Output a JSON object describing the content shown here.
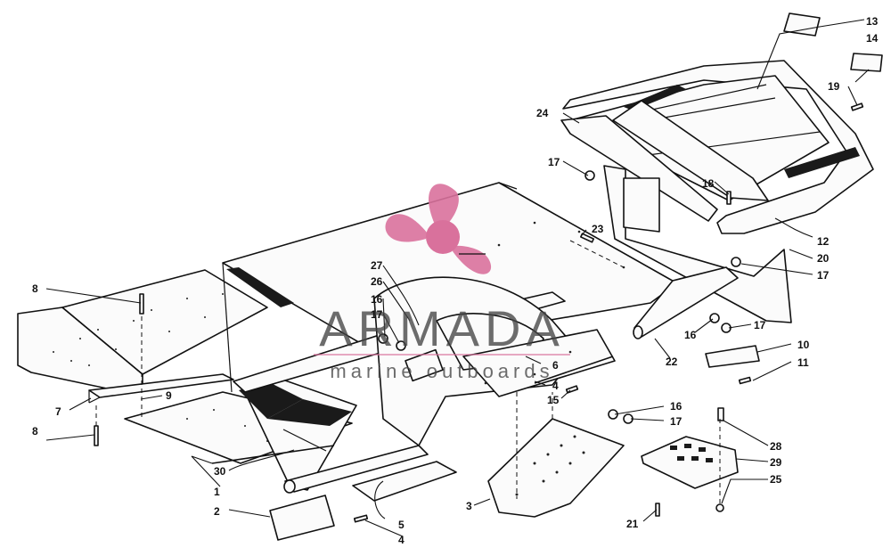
{
  "diagram": {
    "callouts": [
      {
        "id": "c1",
        "text": "1"
      },
      {
        "id": "c2",
        "text": "2"
      },
      {
        "id": "c3",
        "text": "3"
      },
      {
        "id": "c4a",
        "text": "4"
      },
      {
        "id": "c4b",
        "text": "4"
      },
      {
        "id": "c5",
        "text": "5"
      },
      {
        "id": "c6",
        "text": "6"
      },
      {
        "id": "c7",
        "text": "7"
      },
      {
        "id": "c8a",
        "text": "8"
      },
      {
        "id": "c8b",
        "text": "8"
      },
      {
        "id": "c9",
        "text": "9"
      },
      {
        "id": "c10",
        "text": "10"
      },
      {
        "id": "c11",
        "text": "11"
      },
      {
        "id": "c12",
        "text": "12"
      },
      {
        "id": "c13",
        "text": "13"
      },
      {
        "id": "c14",
        "text": "14"
      },
      {
        "id": "c15",
        "text": "15"
      },
      {
        "id": "c16a",
        "text": "16"
      },
      {
        "id": "c16b",
        "text": "16"
      },
      {
        "id": "c16c",
        "text": "16"
      },
      {
        "id": "c17a",
        "text": "17"
      },
      {
        "id": "c17b",
        "text": "17"
      },
      {
        "id": "c17c",
        "text": "17"
      },
      {
        "id": "c17d",
        "text": "17"
      },
      {
        "id": "c17e",
        "text": "17"
      },
      {
        "id": "c18",
        "text": "18"
      },
      {
        "id": "c19",
        "text": "19"
      },
      {
        "id": "c20",
        "text": "20"
      },
      {
        "id": "c21",
        "text": "21"
      },
      {
        "id": "c22",
        "text": "22"
      },
      {
        "id": "c23",
        "text": "23"
      },
      {
        "id": "c24",
        "text": "24"
      },
      {
        "id": "c25",
        "text": "25"
      },
      {
        "id": "c26",
        "text": "26"
      },
      {
        "id": "c27",
        "text": "27"
      },
      {
        "id": "c28",
        "text": "28"
      },
      {
        "id": "c29",
        "text": "29"
      },
      {
        "id": "c30",
        "text": "30"
      }
    ]
  },
  "watermark": {
    "brand": "ARMADA",
    "tagline": "marine outboards",
    "logo_color": "#d9719c"
  }
}
